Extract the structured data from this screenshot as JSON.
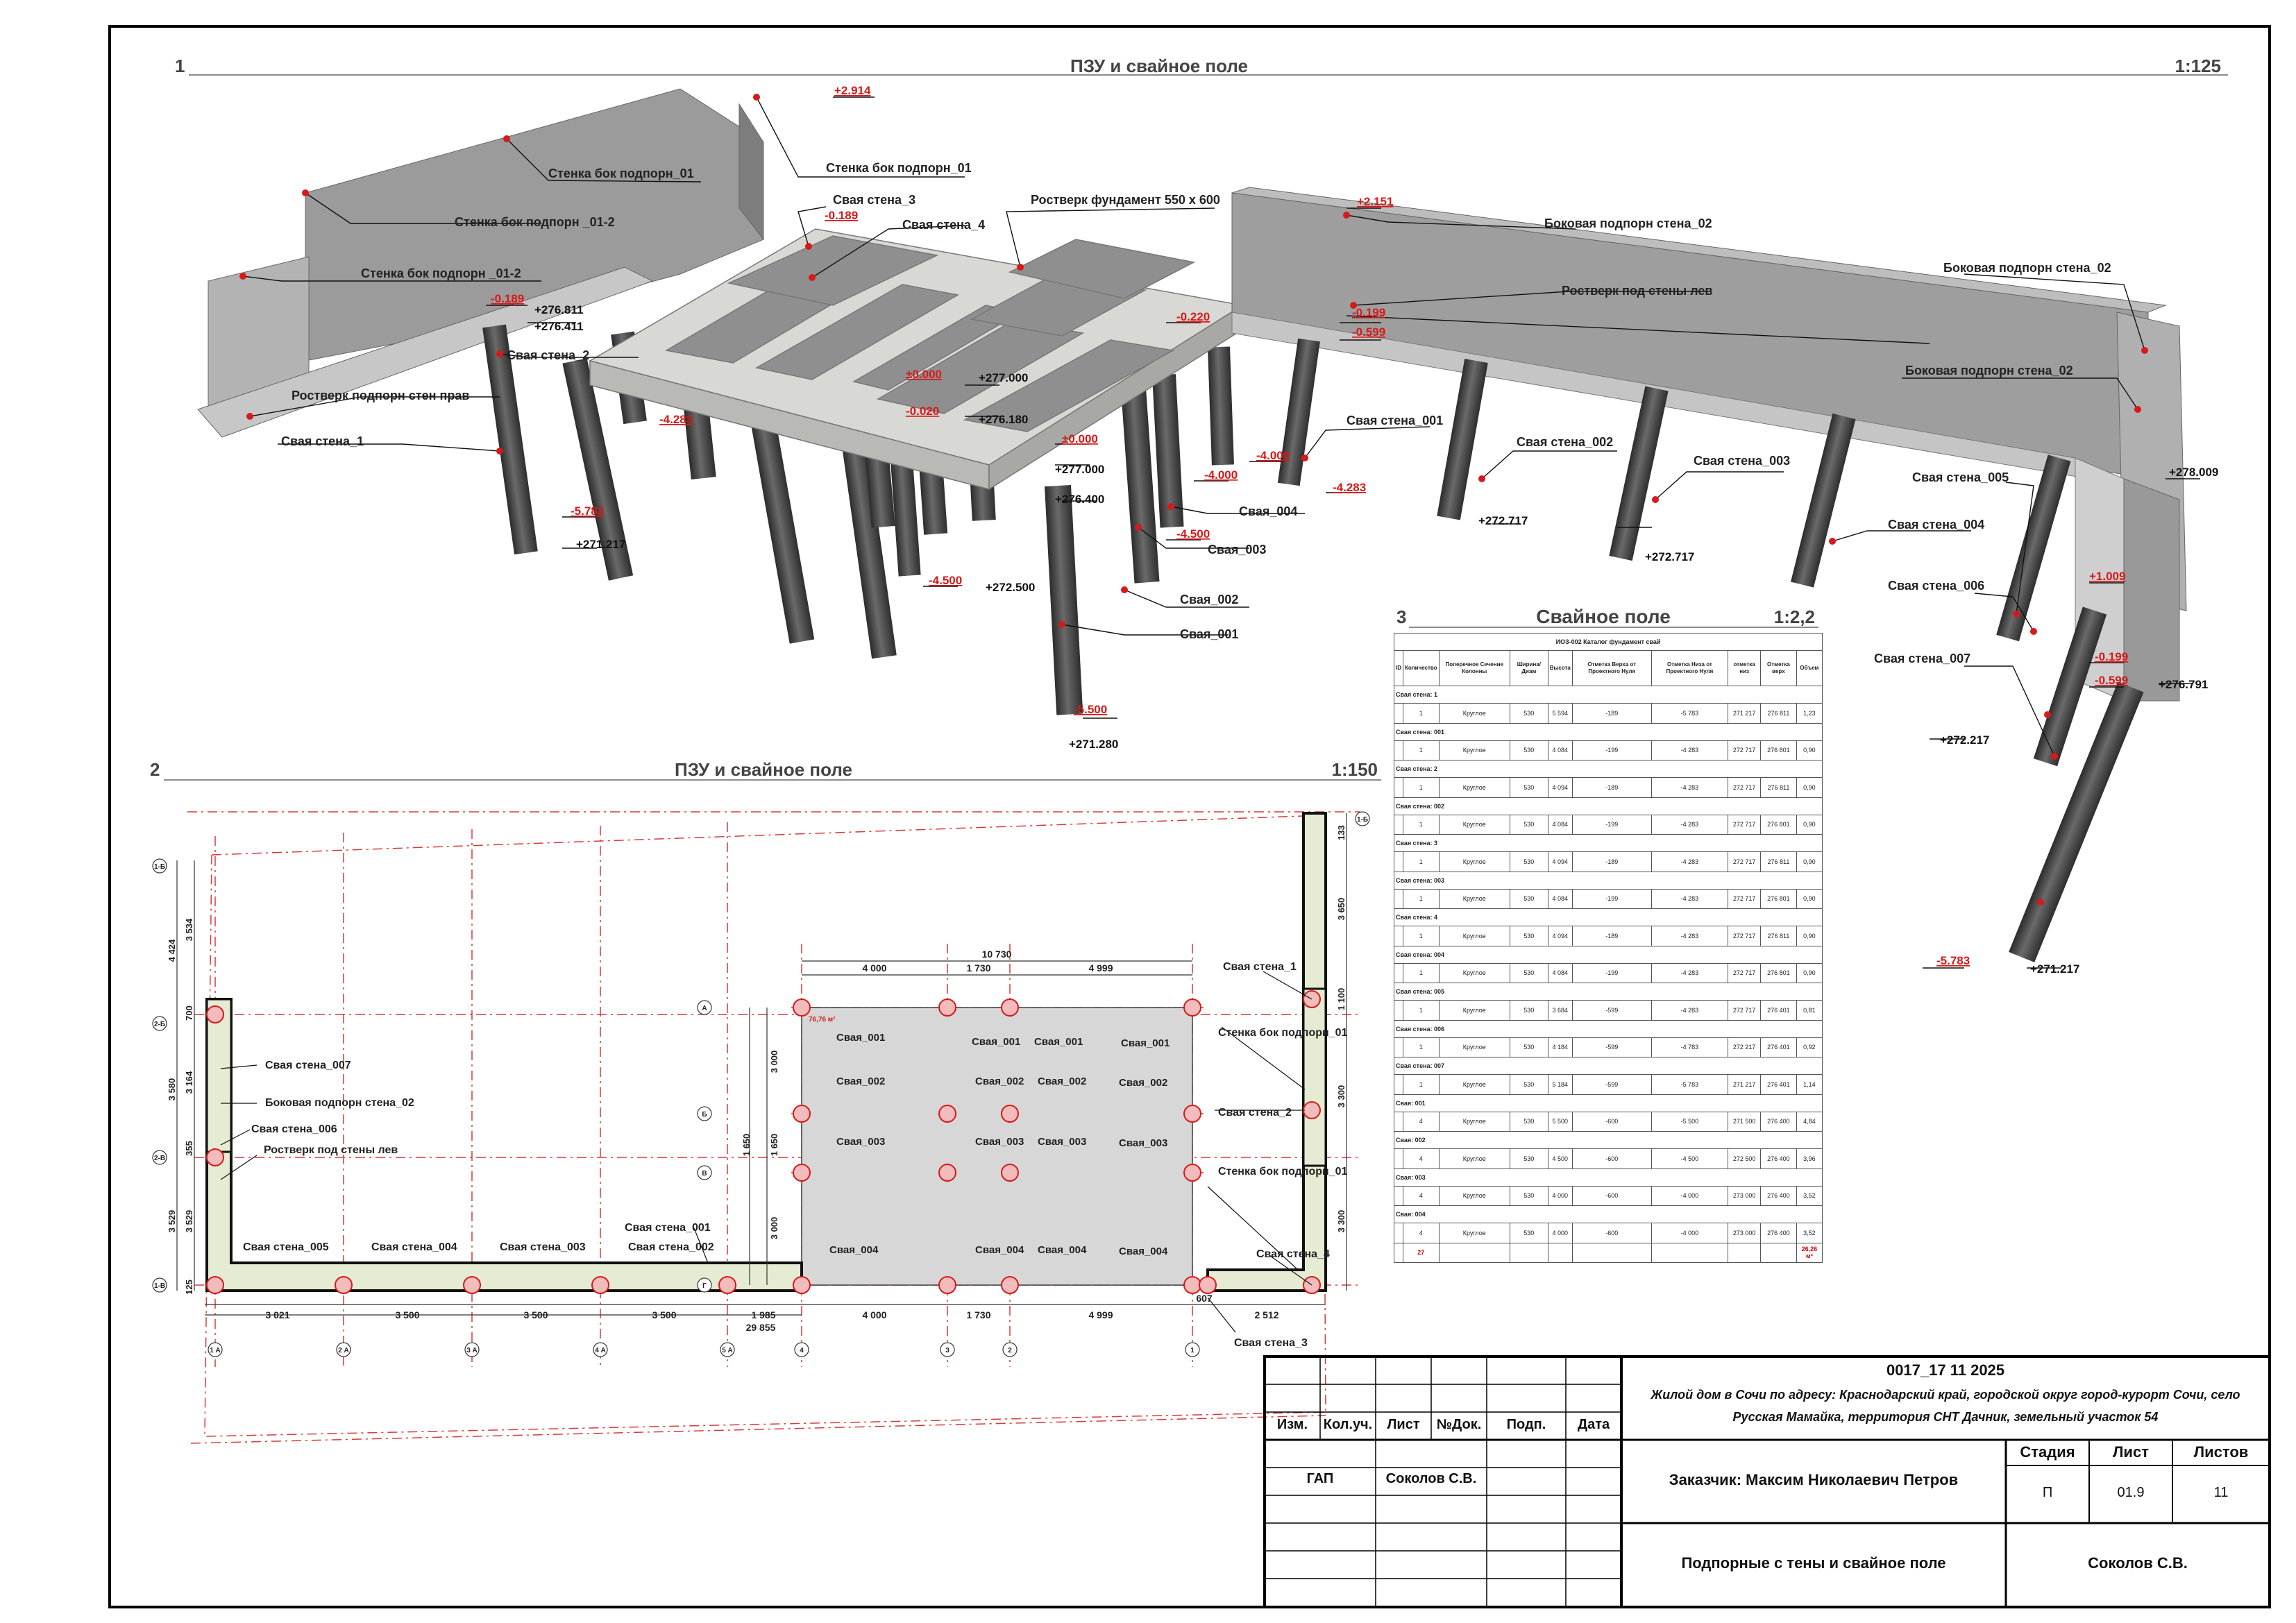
{
  "views": {
    "v1": {
      "num": "1",
      "title": "ПЗУ и свайное поле",
      "scale": "1:125"
    },
    "v2": {
      "num": "2",
      "title": "ПЗУ и свайное поле",
      "scale": "1:150"
    },
    "v3": {
      "num": "3",
      "title": "Свайное поле",
      "scale": "1:2,2"
    }
  },
  "iso_labels": [
    "Стенка бок подпорн_01",
    "Стенка бок подпорн_01",
    "Стенка бок подпорн _01-2",
    "Стенка бок подпорн _01-2",
    "Свая стена_3",
    "Свая стена_4",
    "Ростверк фундамент 550 х 600",
    "Боковая подпорн стена_02",
    "Ростверк под стены лев",
    "Боковая подпорн стена_02",
    "Боковая подпорн стена_02",
    "Свая стена_2",
    "Ростверк подпорн стен прав",
    "Свая стена_1",
    "Свая стена_001",
    "Свая стена_002",
    "Свая стена_003",
    "Свая стена_005",
    "Свая стена_004",
    "Свая стена_006",
    "Свая стена_007",
    "Свая_004",
    "Свая_003",
    "Свая_002",
    "Свая_001"
  ],
  "iso_red": [
    "+2.914",
    "-0.189",
    "-0.189",
    "+2.151",
    "-0.220",
    "-0.199",
    "-0.599",
    "±0.000",
    "-0.020",
    "-4.283",
    "±0.000",
    "-4.000",
    "-4.000",
    "-4.283",
    "-4.500",
    "-5.783",
    "-4.500",
    "-5.500",
    "+1.009",
    "-0.199",
    "-0.599",
    "-5.783"
  ],
  "iso_elev": [
    "+276.811",
    "+276.411",
    "+277.000",
    "+276.180",
    "+277.000",
    "+276.400",
    "+271.217",
    "+272.500",
    "+271.280",
    "+272.717",
    "+272.717",
    "+278.009",
    "+276.791",
    "+272.217",
    "+271.217"
  ],
  "plan": {
    "labels": [
      "Свая стена_1",
      "Свая стена_007",
      "Стенка бок подпорн_01",
      "Боковая подпорн стена_02",
      "Свая стена_2",
      "Свая стена_006",
      "Ростверк под стены лев",
      "Стенка бок подпорн_01",
      "Свая стена_001",
      "Свая стена_005",
      "Свая стена_004",
      "Свая стена_003",
      "Свая стена_002",
      "Свая стена_4",
      "Свая стена_3",
      "Свая_001",
      "Свая_001",
      "Свая_001",
      "Свая_001",
      "Свая_002",
      "Свая_002",
      "Свая_002",
      "Свая_002",
      "Свая_003",
      "Свая_003",
      "Свая_003",
      "Свая_003",
      "Свая_004",
      "Свая_004",
      "Свая_004",
      "Свая_004"
    ],
    "dims_top": [
      "10 730",
      "4 000",
      "1 730",
      "4 999"
    ],
    "dims_bottom": [
      "3 021",
      "3 500",
      "3 500",
      "3 500",
      "1 985",
      "4 000",
      "1 730",
      "4 999",
      "2 512",
      "607"
    ],
    "dim_total": "29 855",
    "dims_left": [
      "4 424",
      "3 534",
      "700",
      "3 580",
      "3 164",
      "355",
      "3 529",
      "3 529",
      "125"
    ],
    "dims_right": [
      "133",
      "3 650",
      "1 100",
      "3 300",
      "3 300"
    ],
    "dims_mid": [
      "3 000",
      "1 650",
      "1 650",
      "3 000"
    ],
    "area": "76,76 м²",
    "axes_bottom": [
      "1 А",
      "2 А",
      "3 А",
      "4 А",
      "5 А",
      "4",
      "3",
      "2",
      "1"
    ],
    "axes_left": [
      "1-Б",
      "2-Б",
      "2-В",
      "1-В"
    ],
    "axes_mid": [
      "А",
      "Б",
      "В",
      "Г"
    ],
    "axes_right": [
      "1-Б"
    ]
  },
  "table": {
    "caption": "ИОЗ-002 Каталог фундамент свай",
    "headers": [
      "ID",
      "Количество",
      "Поперечное Сечение Колонны",
      "Ширина/ Диам",
      "Высота",
      "Отметка Верха от Проектного Нуля",
      "Отметка Низа от Проектного Нуля",
      "отметка низ",
      "Отметка верх",
      "Объем"
    ],
    "groups": [
      {
        "name": "Свая стена: 1",
        "row": [
          "1",
          "Круглое",
          "530",
          "5 594",
          "-189",
          "-5 783",
          "271 217",
          "276 811",
          "1,23"
        ]
      },
      {
        "name": "Свая стена: 001",
        "row": [
          "1",
          "Круглое",
          "530",
          "4 084",
          "-199",
          "-4 283",
          "272 717",
          "276 801",
          "0,90"
        ]
      },
      {
        "name": "Свая стена: 2",
        "row": [
          "1",
          "Круглое",
          "530",
          "4 094",
          "-189",
          "-4 283",
          "272 717",
          "276 811",
          "0,90"
        ]
      },
      {
        "name": "Свая стена: 002",
        "row": [
          "1",
          "Круглое",
          "530",
          "4 084",
          "-199",
          "-4 283",
          "272 717",
          "276 801",
          "0,90"
        ]
      },
      {
        "name": "Свая стена: 3",
        "row": [
          "1",
          "Круглое",
          "530",
          "4 094",
          "-189",
          "-4 283",
          "272 717",
          "276 811",
          "0,90"
        ]
      },
      {
        "name": "Свая стена: 003",
        "row": [
          "1",
          "Круглое",
          "530",
          "4 084",
          "-199",
          "-4 283",
          "272 717",
          "276 801",
          "0,90"
        ]
      },
      {
        "name": "Свая стена: 4",
        "row": [
          "1",
          "Круглое",
          "530",
          "4 094",
          "-189",
          "-4 283",
          "272 717",
          "276 811",
          "0,90"
        ]
      },
      {
        "name": "Свая стена: 004",
        "row": [
          "1",
          "Круглое",
          "530",
          "4 084",
          "-199",
          "-4 283",
          "272 717",
          "276 801",
          "0,90"
        ]
      },
      {
        "name": "Свая стена: 005",
        "row": [
          "1",
          "Круглое",
          "530",
          "3 684",
          "-599",
          "-4 283",
          "272 717",
          "276 401",
          "0,81"
        ]
      },
      {
        "name": "Свая стена: 006",
        "row": [
          "1",
          "Круглое",
          "530",
          "4 184",
          "-599",
          "-4 783",
          "272 217",
          "276 401",
          "0,92"
        ]
      },
      {
        "name": "Свая стена: 007",
        "row": [
          "1",
          "Круглое",
          "530",
          "5 184",
          "-599",
          "-5 783",
          "271 217",
          "276 401",
          "1,14"
        ]
      },
      {
        "name": "Свая: 001",
        "row": [
          "4",
          "Круглое",
          "530",
          "5 500",
          "-600",
          "-5 500",
          "271 500",
          "276 400",
          "4,84"
        ]
      },
      {
        "name": "Свая: 002",
        "row": [
          "4",
          "Круглое",
          "530",
          "4 500",
          "-600",
          "-4 500",
          "272 500",
          "276 400",
          "3,96"
        ]
      },
      {
        "name": "Свая: 003",
        "row": [
          "4",
          "Круглое",
          "530",
          "4 000",
          "-600",
          "-4 000",
          "273 000",
          "276 400",
          "3,52"
        ]
      },
      {
        "name": "Свая: 004",
        "row": [
          "4",
          "Круглое",
          "530",
          "4 000",
          "-600",
          "-4 000",
          "273 000",
          "276 400",
          "3,52"
        ]
      }
    ],
    "total_count": "27",
    "total_volume": "26,26 м³"
  },
  "titleblock": {
    "code": "0017_17 11 2025",
    "address_1": "Жилой дом в Сочи по адресу: Краснодарский край, городской округ город-курорт Сочи, село",
    "address_2": "Русская Мамайка, территория СНТ Дачник, земельный участок 54",
    "cols": [
      "Изм.",
      "Кол.уч.",
      "Лист",
      "№Док.",
      "Подп.",
      "Дата"
    ],
    "role": "ГАП",
    "person": "Соколов С.В.",
    "customer": "Заказчик:  Максим Николаевич Петров",
    "stage_label": "Стадия",
    "sheet_label": "Лист",
    "sheets_label": "Листов",
    "stage": "П",
    "sheet": "01.9",
    "sheets": "11",
    "name": "Подпорные с тены и свайное поле",
    "author": "Соколов С.В."
  }
}
